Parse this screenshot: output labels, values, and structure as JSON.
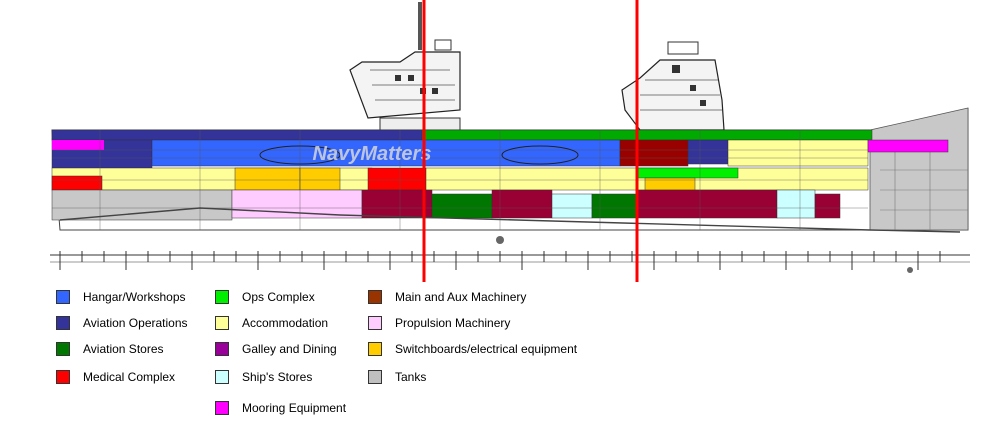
{
  "watermark": "NavyMatters",
  "legend": {
    "items": [
      {
        "label": "Hangar/Workshops",
        "color": "#3366ff"
      },
      {
        "label": "Aviation Operations",
        "color": "#333399"
      },
      {
        "label": "Aviation Stores",
        "color": "#007700"
      },
      {
        "label": "Medical Complex",
        "color": "#ff0000"
      },
      {
        "label": "Ops Complex",
        "color": "#00ee00"
      },
      {
        "label": "Accommodation",
        "color": "#ffff99"
      },
      {
        "label": "Galley and Dining",
        "color": "#990099"
      },
      {
        "label": "Ship's Stores",
        "color": "#ccffff"
      },
      {
        "label": "Mooring Equipment",
        "color": "#ff00ff"
      },
      {
        "label": "Main and Aux Machinery",
        "color": "#993300"
      },
      {
        "label": "Propulsion Machinery",
        "color": "#ffccff"
      },
      {
        "label": "Switchboards/electrical equipment",
        "color": "#ffcc00"
      },
      {
        "label": "Tanks",
        "color": "#c0c0c0"
      }
    ]
  },
  "markers": {
    "color": "#ff0000"
  }
}
